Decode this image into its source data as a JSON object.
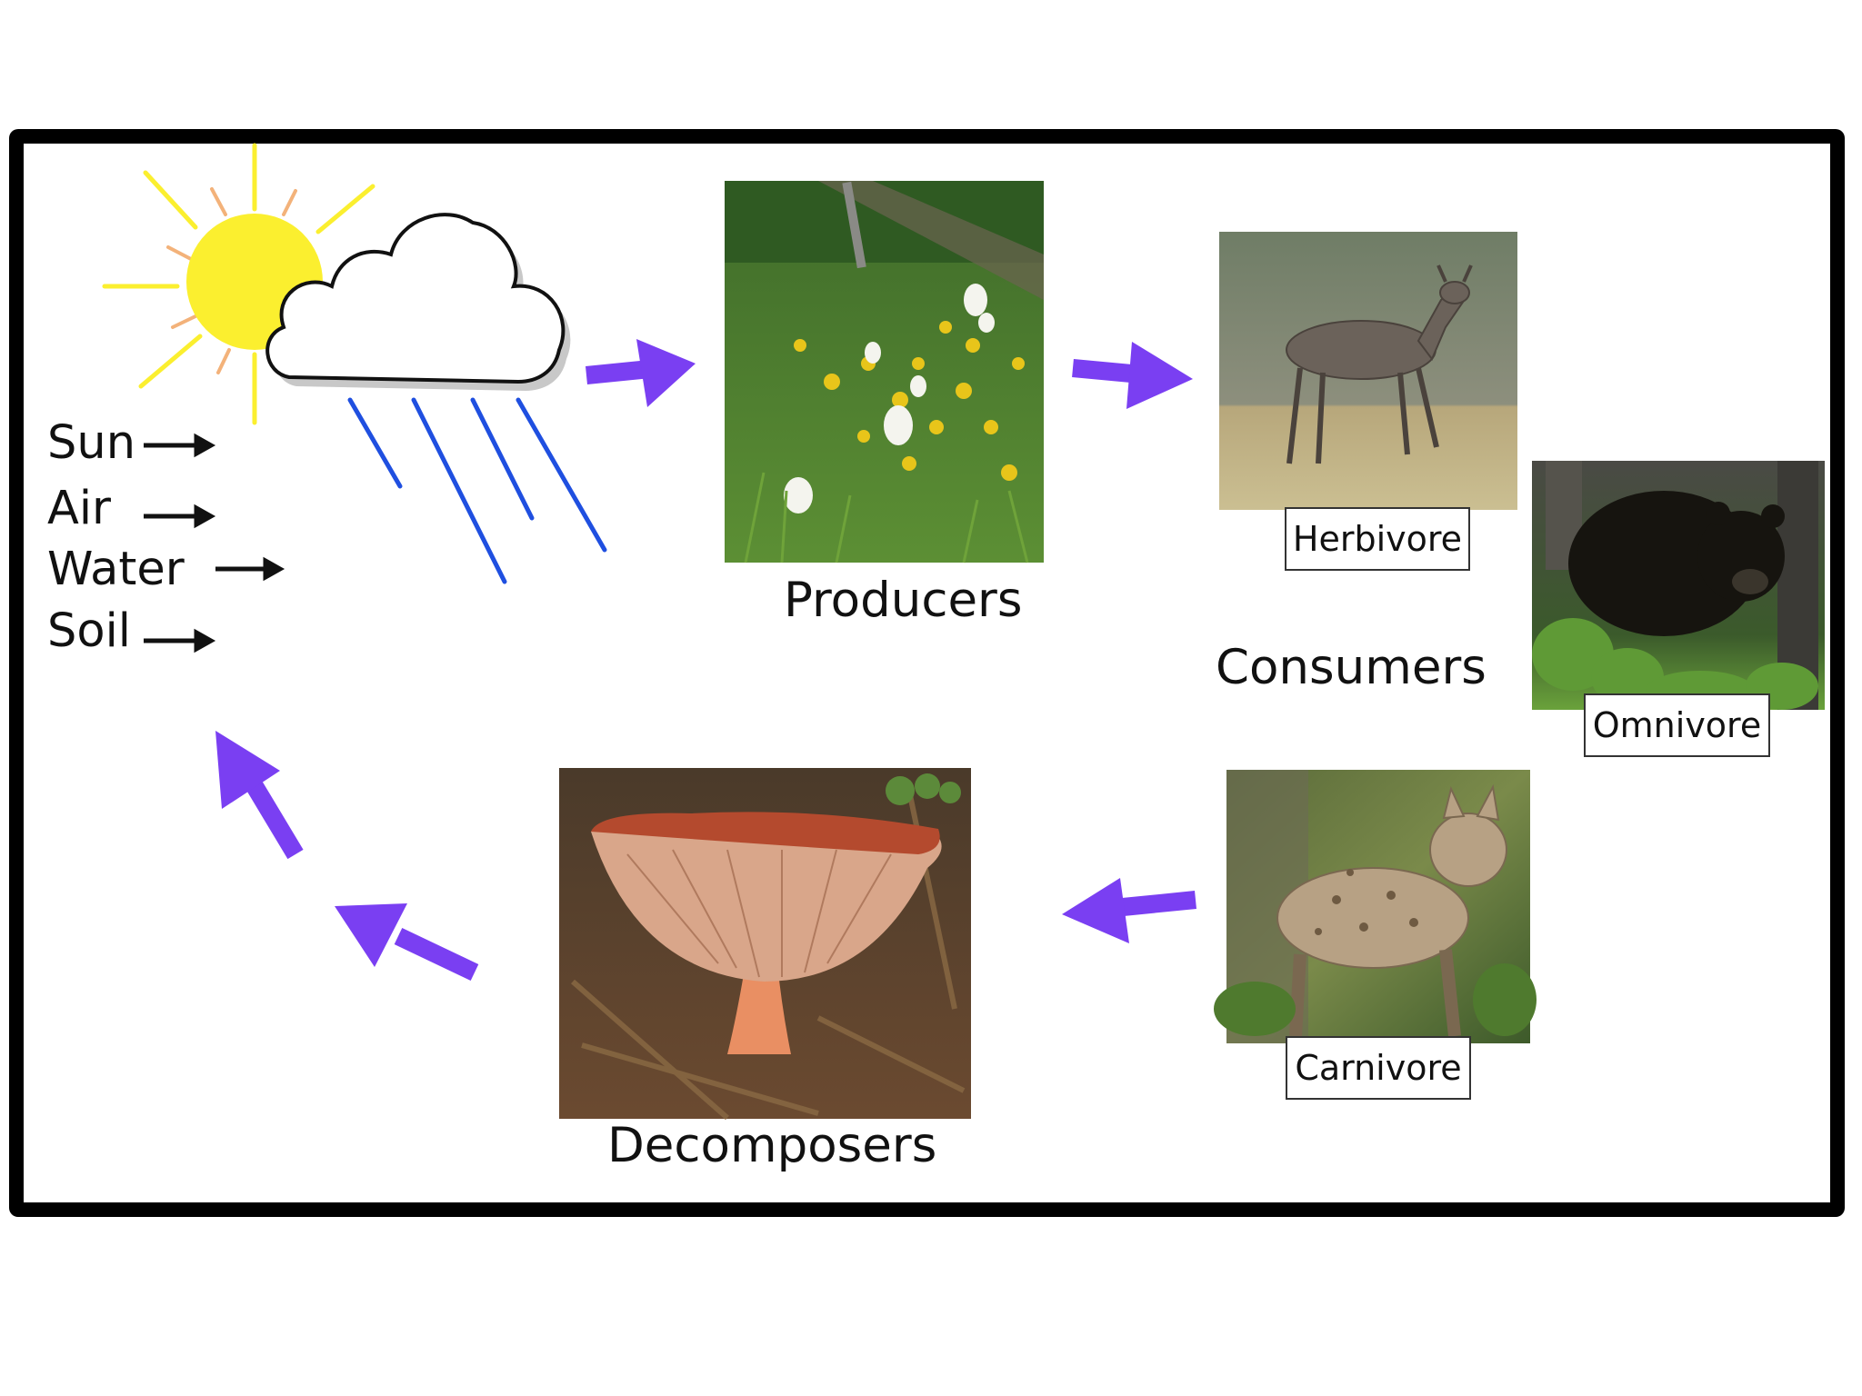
{
  "inputs": {
    "sun": "Sun",
    "air": "Air",
    "water": "Water",
    "soil": "Soil"
  },
  "producers": {
    "label": "Producers"
  },
  "consumers": {
    "label": "Consumers",
    "herbivore": "Herbivore",
    "omnivore": "Omnivore",
    "carnivore": "Carnivore"
  },
  "decomposers": {
    "label": "Decomposers"
  },
  "colors": {
    "arrow": "#7a3ff2",
    "sun": "#fbef2f",
    "rain": "#1f4fe0"
  }
}
